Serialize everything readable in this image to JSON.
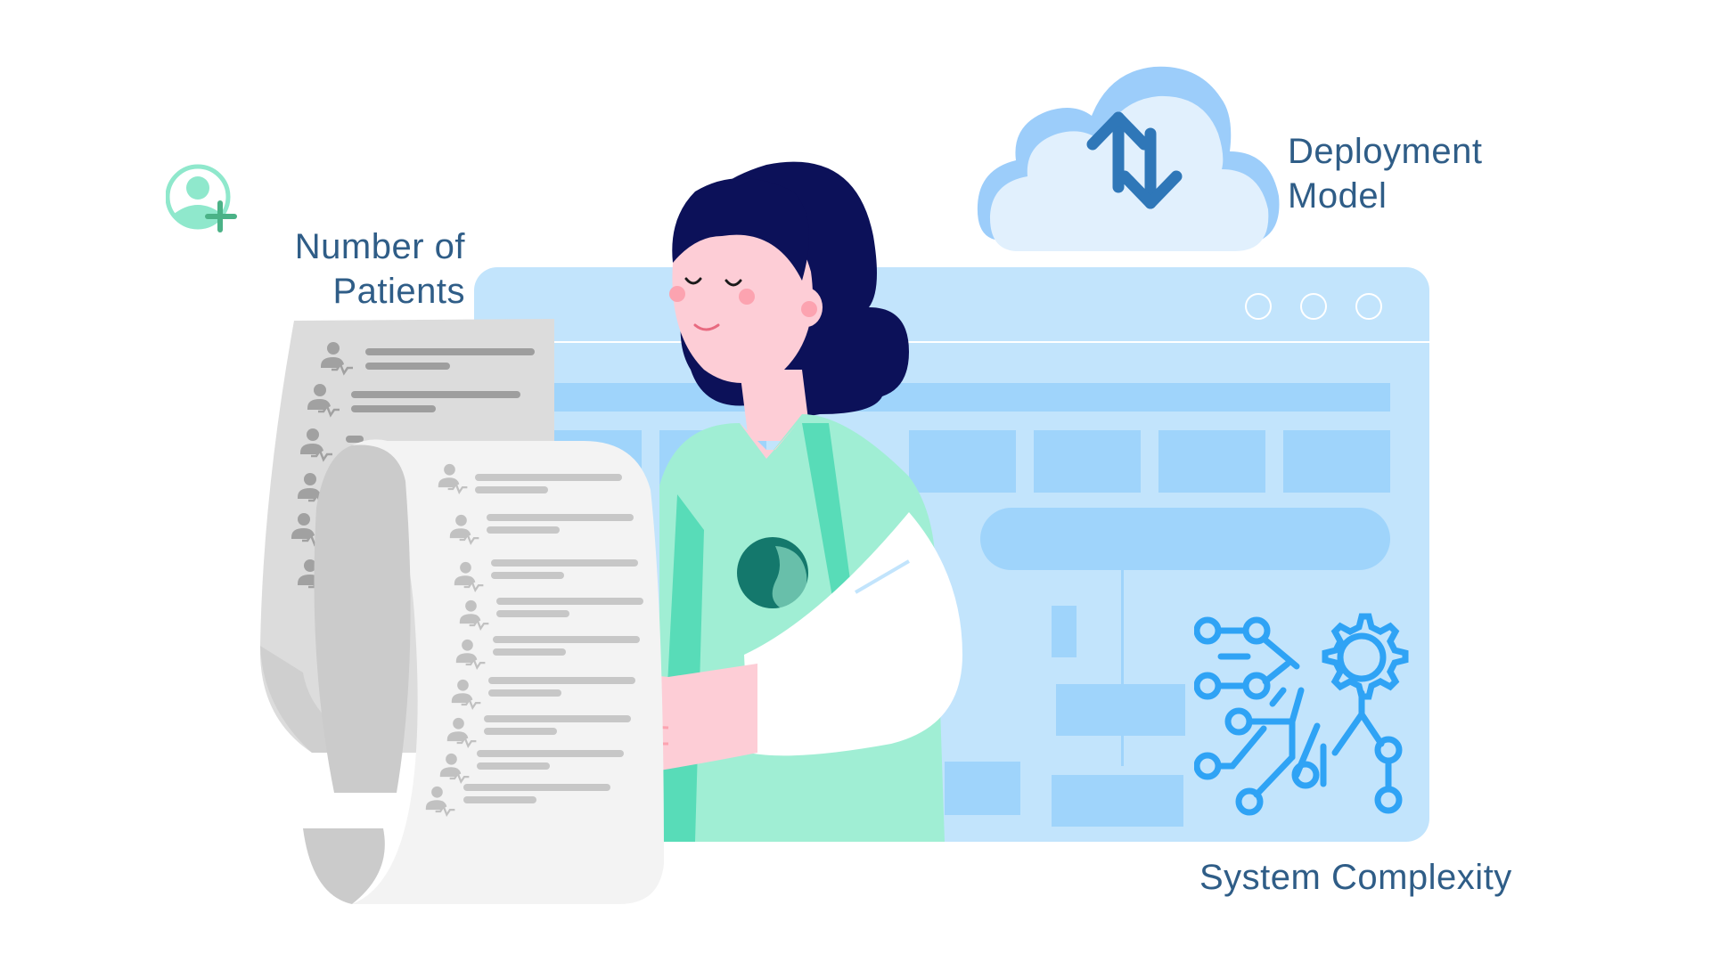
{
  "labels": {
    "patients_line1": "Number of",
    "patients_line2": "Patients",
    "deployment_line1": "Deployment",
    "deployment_line2": "Model",
    "complexity": "System Complexity"
  },
  "icons": {
    "add_user": "add-user-icon",
    "cloud_sync": "cloud-upload-download-icon",
    "circuit_gear": "circuit-gear-icon",
    "patient_record": "patient-record-icon"
  },
  "colors": {
    "label_text": "#2f5d87",
    "browser_bg": "#c2e4fc",
    "browser_bar": "#9fd4fb",
    "cloud_front": "#e1f0fd",
    "cloud_back": "#9ccdfa",
    "arrow": "#2f77b8",
    "circuit": "#2fa3f5",
    "scrubs": "#a0eed4",
    "scrubs_dark": "#58dcb8",
    "hair": "#0c1159",
    "skin": "#fdcdd6",
    "add_user_circle": "#8fe8cc",
    "add_user_plus": "#4bb287",
    "paper_back": "#dcdcdc",
    "paper_front": "#f3f3f3"
  },
  "browser": {
    "window_controls": [
      "circle",
      "circle",
      "circle"
    ]
  },
  "paper_back_rows": 6,
  "paper_front_rows": 9
}
